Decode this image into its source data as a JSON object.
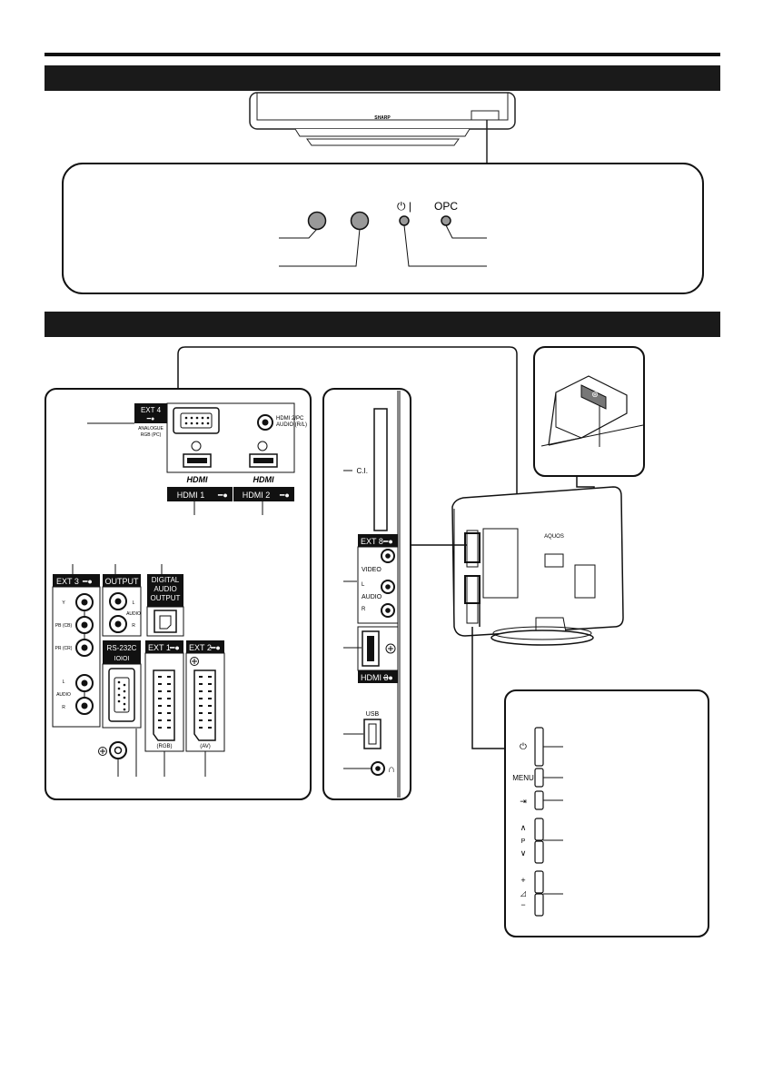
{
  "front": {
    "brand": "SHARP",
    "labels": {
      "power_indicator": "⏻ |",
      "opc": "OPC"
    }
  },
  "rear_panel": {
    "ext4": "EXT 4",
    "analogue_rgb": "ANALOGUE RGB (PC)",
    "hdmi_pc_audio": "HDMI 2/PC AUDIO (R/L)",
    "hdmi_logo": "HDMI",
    "hdmi1": "HDMI 1",
    "hdmi2": "HDMI 2",
    "ext3": "EXT 3",
    "output": "OUTPUT",
    "digital_audio_output": [
      "DIGITAL",
      "AUDIO",
      "OUTPUT"
    ],
    "ext3_jacks": [
      "Y",
      "PB (CB)",
      "PR (CR)",
      "L",
      "AUDIO",
      "R"
    ],
    "output_audio": [
      "L",
      "AUDIO",
      "R"
    ],
    "rs232c": "RS-232C",
    "rs232c_sub": "IOIOI",
    "ext1": "EXT 1",
    "ext2": "EXT 2",
    "ext1_sub": "(RGB)",
    "ext2_sub": "(AV)"
  },
  "side_panel": {
    "ci": "C.I.",
    "ext8": "EXT 8",
    "video": "VIDEO",
    "audio": [
      "L",
      "AUDIO",
      "R"
    ],
    "hdmi3": "HDMI 3",
    "usb": "USB",
    "tv_logo": "AQUOS"
  },
  "buttons": {
    "power": "⏻",
    "menu": "MENU",
    "input": "⇥",
    "p": "P",
    "vol_plus": "+",
    "vol_minus": "−"
  }
}
